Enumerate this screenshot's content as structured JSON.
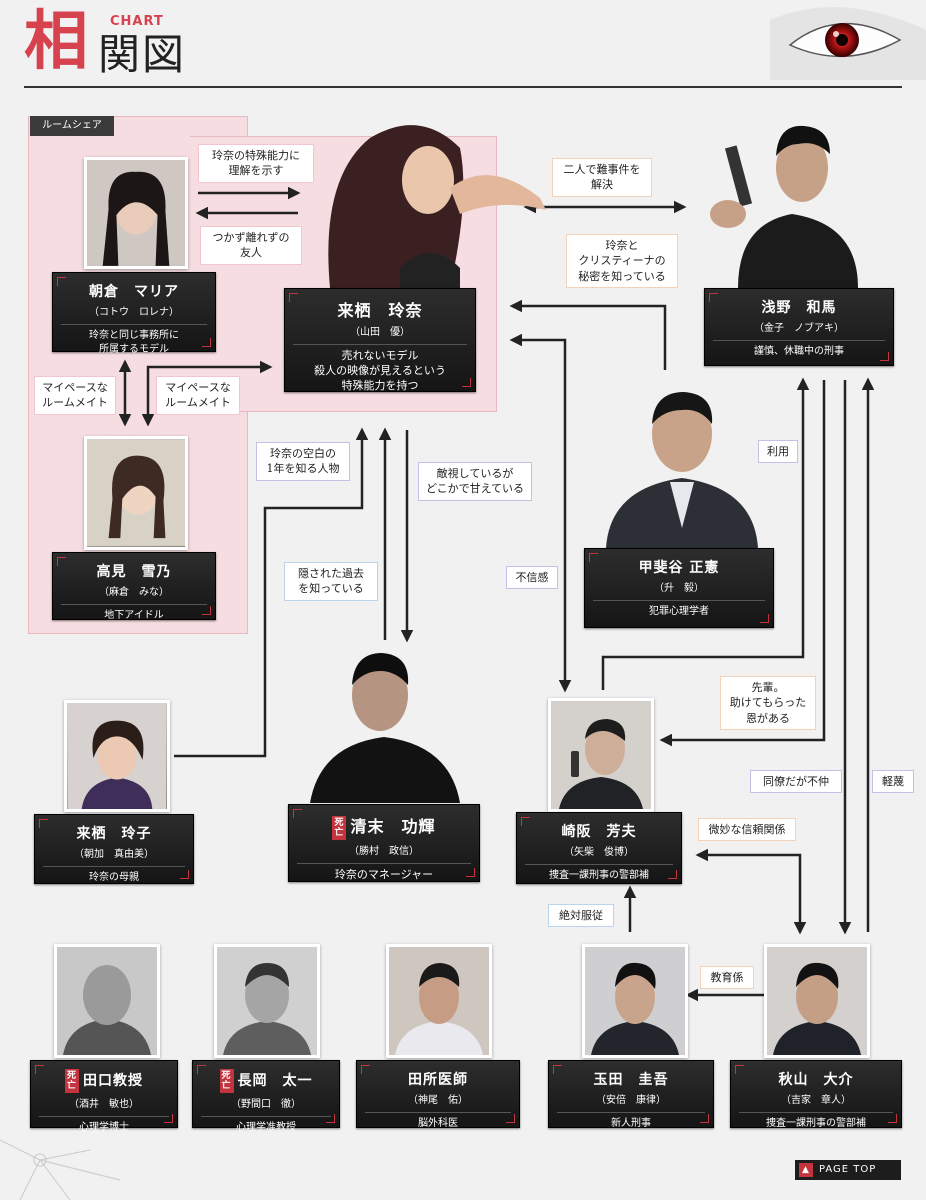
{
  "header": {
    "title_accent": "相",
    "title_rest": "関図",
    "title_en": "CHART"
  },
  "zone": {
    "label": "ルームシェア"
  },
  "people": {
    "rena": {
      "name": "来栖　玲奈",
      "actor": "（山田　優）",
      "role": "売れないモデル\n殺人の映像が見えるという\n特殊能力を持つ"
    },
    "maria": {
      "name": "朝倉　マリア",
      "actor": "（コトウ　ロレナ）",
      "role": "玲奈と同じ事務所に\n所属するモデル"
    },
    "yukino": {
      "name": "高見　雪乃",
      "actor": "（麻倉　みな）",
      "role": "地下アイドル"
    },
    "kazuma": {
      "name": "浅野　和馬",
      "actor": "（金子　ノブアキ）",
      "role": "謹慎、休職中の刑事"
    },
    "kaiya": {
      "name": "甲斐谷 正憲",
      "actor": "（升　毅）",
      "role": "犯罪心理学者"
    },
    "reiko": {
      "name": "来栖　玲子",
      "actor": "（朝加　真由美）",
      "role": "玲奈の母親"
    },
    "kiyosue": {
      "name": "清末　功輝",
      "actor": "（勝村　政信）",
      "role": "玲奈のマネージャー",
      "badge": "死亡"
    },
    "sakisaka": {
      "name": "崎阪　芳夫",
      "actor": "（矢柴　俊博）",
      "role": "捜査一課刑事の警部補"
    },
    "taguchi": {
      "name": "田口教授",
      "actor": "（酒井　敏也）",
      "role": "心理学博士",
      "badge": "死亡"
    },
    "nagaoka": {
      "name": "長岡　太一",
      "actor": "（野間口　徹）",
      "role": "心理学准教授",
      "badge": "死亡"
    },
    "tadokoro": {
      "name": "田所医師",
      "actor": "（神尾　佑）",
      "role": "脳外科医"
    },
    "tamada": {
      "name": "玉田　圭吾",
      "actor": "（安倍　康律）",
      "role": "新人刑事"
    },
    "akiyama": {
      "name": "秋山　大介",
      "actor": "（吉家　章人）",
      "role": "捜査一課刑事の警部補"
    }
  },
  "relations": {
    "r1": "玲奈の特殊能力に\n理解を示す",
    "r2": "つかず離れずの\n友人",
    "r3": "二人で難事件を\n解決",
    "r4": "玲奈と\nクリスティーナの\n秘密を知っている",
    "r5": "マイペースな\nルームメイト",
    "r6": "マイペースな\nルームメイト",
    "r7": "玲奈の空白の\n1年を知る人物",
    "r8": "敵視しているが\nどこかで甘えている",
    "r9": "利用",
    "r10": "不信感",
    "r11": "隠された過去\nを知っている",
    "r12": "先輩。\n助けてもらった\n恩がある",
    "r13": "同僚だが不仲",
    "r14": "軽蔑",
    "r15": "微妙な信頼関係",
    "r16": "絶対服従",
    "r17": "教育係"
  },
  "footer": {
    "page_top": "PAGE TOP"
  },
  "colors": {
    "accent": "#d6424e",
    "card": "#1c1c1c",
    "zone": "#f6dde1",
    "background": "#f1f1f2"
  },
  "icons": [
    "eye-decoration",
    "bullet-hole-decoration",
    "arrow-up-icon"
  ]
}
